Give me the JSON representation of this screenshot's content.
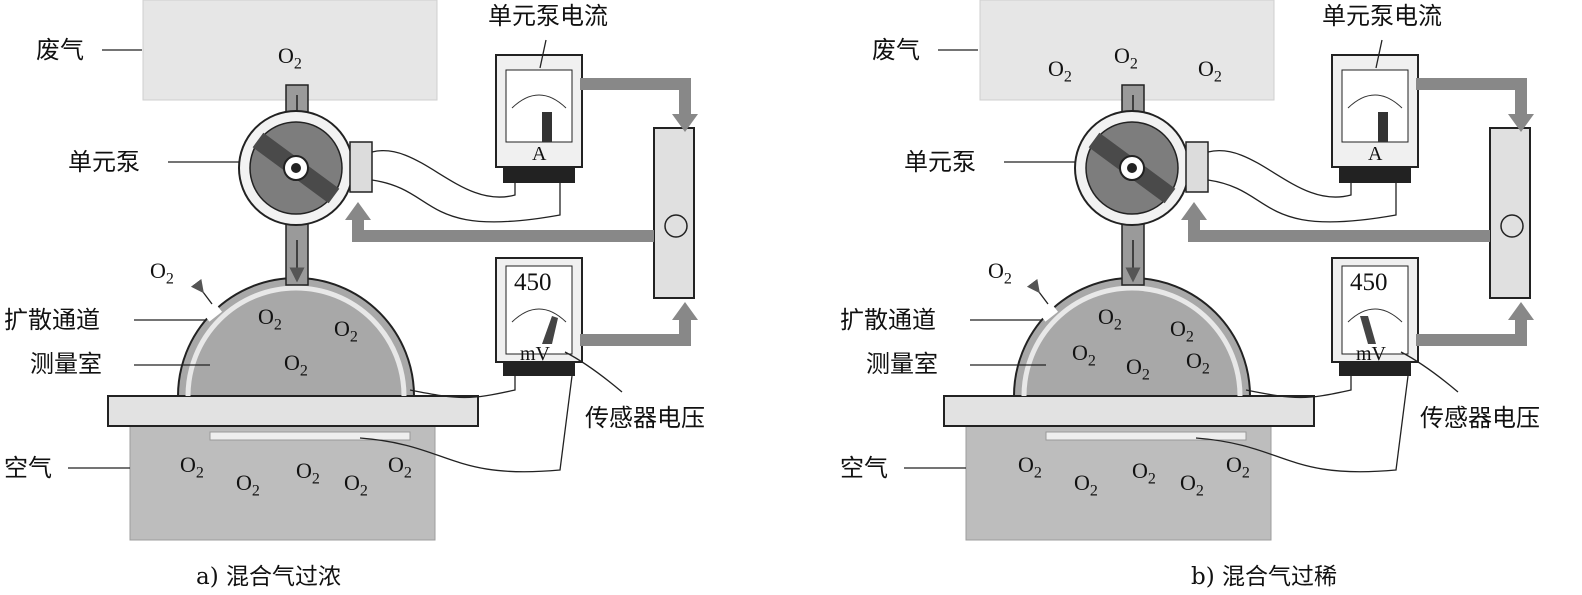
{
  "oxygen": {
    "symbol": "O",
    "subscript": "2"
  },
  "panels": [
    {
      "id": "a",
      "caption": "a) 混合气过浓",
      "labels": {
        "exhaust": "废气",
        "pump": "单元泵",
        "diffusion_channel": "扩散通道",
        "measuring_chamber": "测量室",
        "air": "空气",
        "pump_current": "单元泵电流",
        "sensor_voltage": "传感器电压"
      },
      "ammeter_unit": "A",
      "voltmeter_value": "450",
      "voltmeter_unit": "mV"
    },
    {
      "id": "b",
      "caption": "b) 混合气过稀",
      "labels": {
        "exhaust": "废气",
        "pump": "单元泵",
        "diffusion_channel": "扩散通道",
        "measuring_chamber": "测量室",
        "air": "空气",
        "pump_current": "单元泵电流",
        "sensor_voltage": "传感器电压"
      },
      "ammeter_unit": "A",
      "voltmeter_value": "450",
      "voltmeter_unit": "mV"
    }
  ]
}
